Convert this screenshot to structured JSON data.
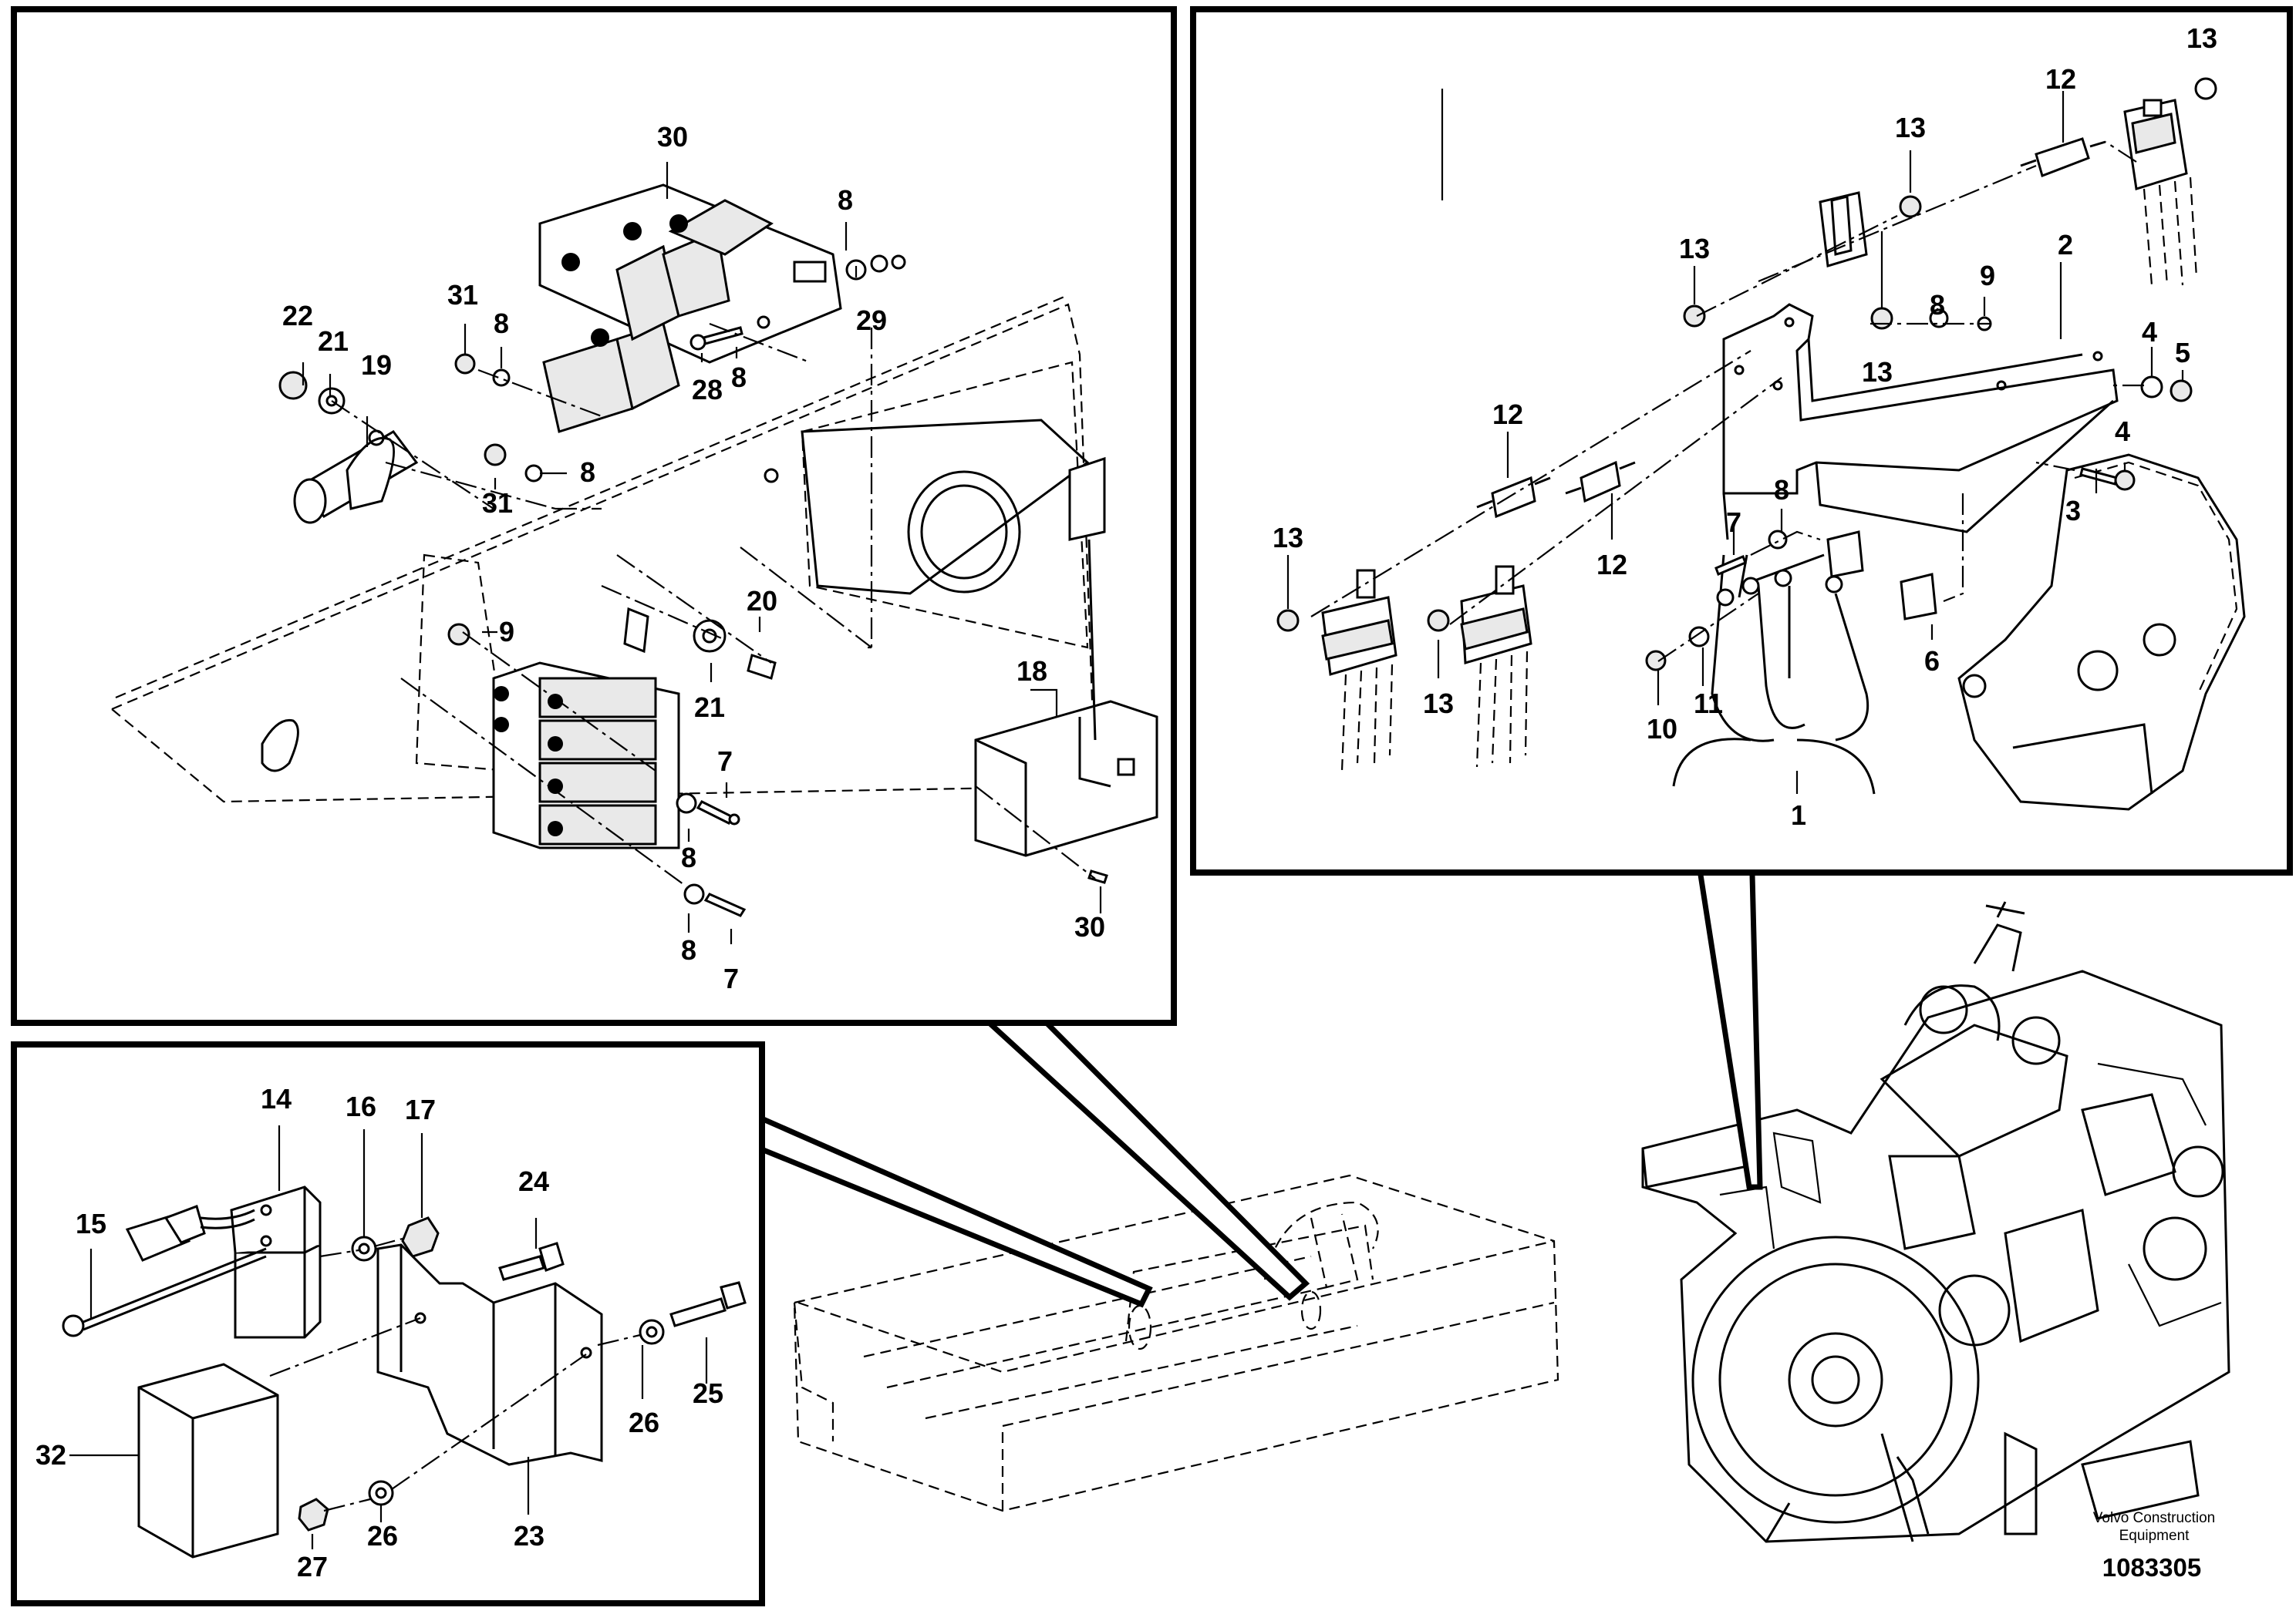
{
  "diagram": {
    "brand_line1": "Volvo Construction",
    "brand_line2": "Equipment",
    "doc_number": "1083305"
  },
  "callouts": {
    "top_left": [
      "30",
      "8",
      "22",
      "21",
      "19",
      "31",
      "8",
      "29",
      "28",
      "8",
      "31",
      "8",
      "9",
      "20",
      "21",
      "18",
      "7",
      "8",
      "8",
      "7",
      "30"
    ],
    "top_right": [
      "13",
      "12",
      "13",
      "13",
      "9",
      "8",
      "13",
      "2",
      "4",
      "5",
      "12",
      "12",
      "4",
      "3",
      "7",
      "8",
      "13",
      "13",
      "6",
      "10",
      "11",
      "1"
    ],
    "bottom_left": [
      "14",
      "16",
      "17",
      "15",
      "24",
      "25",
      "26",
      "32",
      "26",
      "27",
      "23"
    ]
  }
}
